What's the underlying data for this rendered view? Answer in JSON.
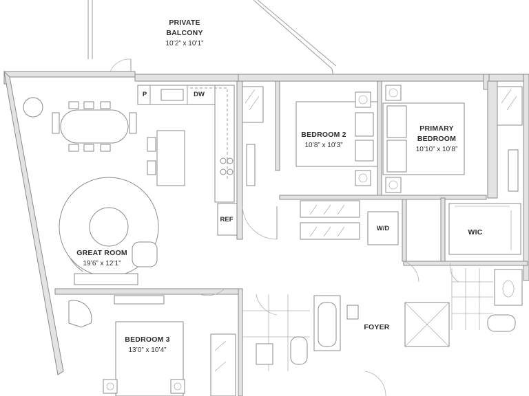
{
  "rooms": {
    "balcony": {
      "name_line1": "PRIVATE",
      "name_line2": "BALCONY",
      "dims": "10’2” x 10’1”"
    },
    "great_room": {
      "name": "GREAT ROOM",
      "dims": "19’6” x 12’1”"
    },
    "bedroom2": {
      "name": "BEDROOM 2",
      "dims": "10’8” x 10’3”"
    },
    "primary_bedroom": {
      "name_line1": "PRIMARY",
      "name_line2": "BEDROOM",
      "dims": "10’10” x 10’8”"
    },
    "bedroom3": {
      "name": "BEDROOM 3",
      "dims": "13’0” x 10’4”"
    },
    "wic": {
      "name": "WIC"
    },
    "foyer": {
      "name": "FOYER"
    }
  },
  "fixtures": {
    "pantry": "P",
    "dishwasher": "DW",
    "refrigerator": "REF",
    "washer_dryer": "W/D"
  }
}
